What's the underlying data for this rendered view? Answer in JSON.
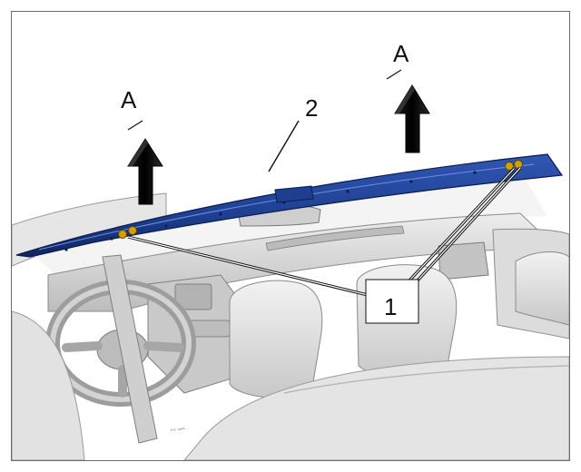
{
  "figure": {
    "callouts": {
      "direction_a_left": "A",
      "direction_a_right": "A",
      "part_2": "2",
      "part_1": "1"
    },
    "colors": {
      "panel_blue": "#1e3f8f",
      "panel_blue_dark": "#0f2561",
      "panel_edge": "#5a79c8",
      "interior_gray": "#d9d9d9",
      "interior_dark": "#8e8e8e",
      "arrow_black": "#0b0b0b",
      "fastener_gold": "#d3a000",
      "line_black": "#111111"
    }
  }
}
